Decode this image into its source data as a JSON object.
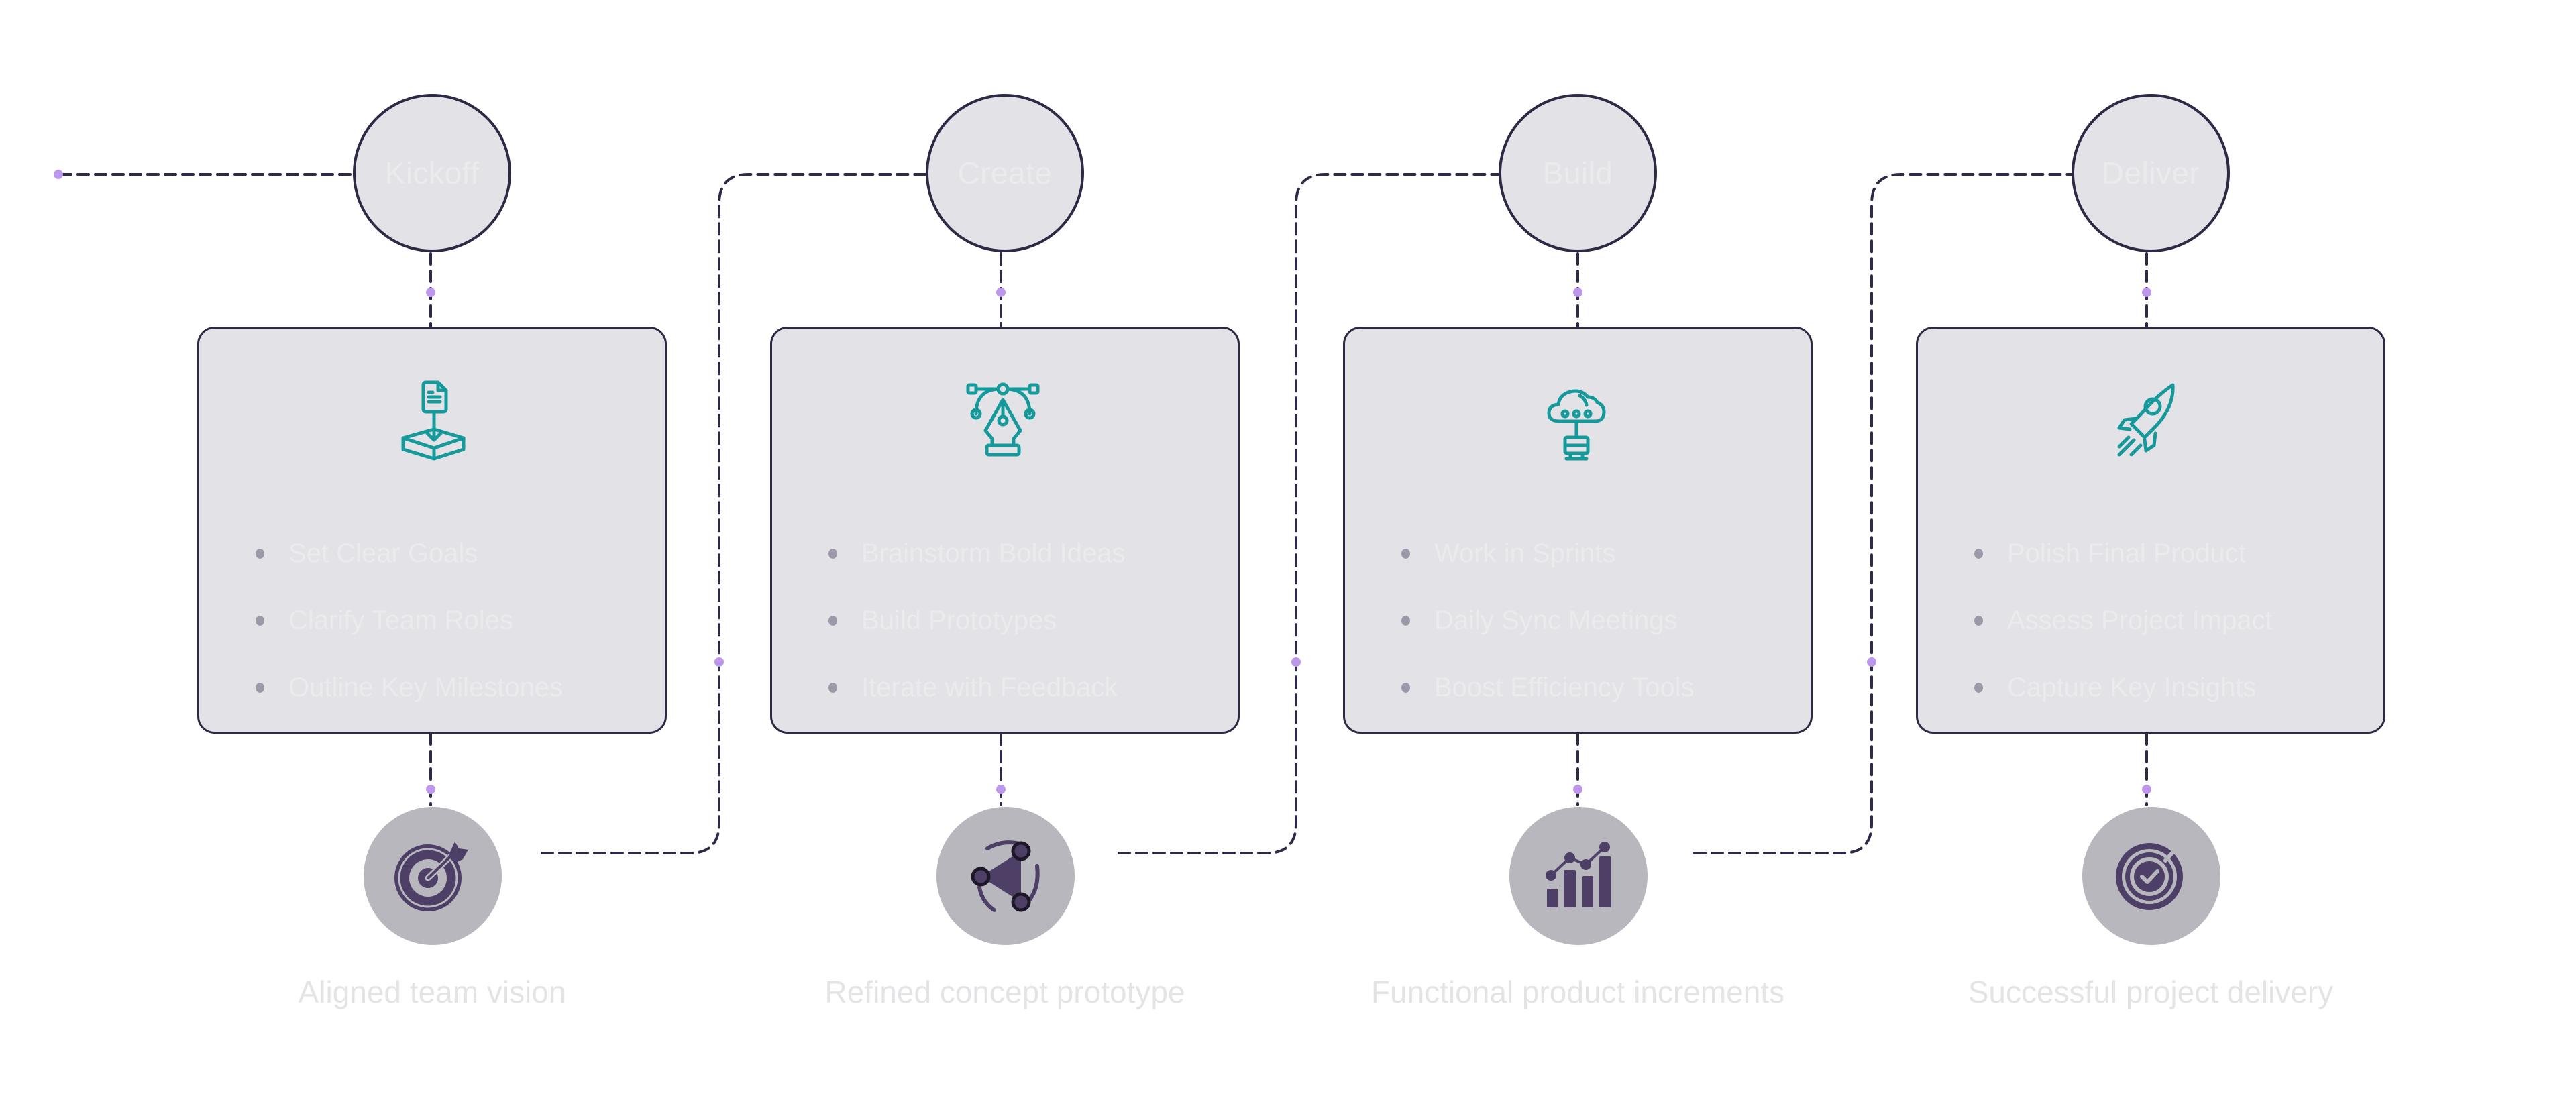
{
  "colors": {
    "connector": "#2c2a45",
    "dot": "#bd97ec",
    "card_bg": "#e3e2e6",
    "icon_teal": "#16999a",
    "outcome_icon": "#4d3f66",
    "outcome_bg": "#b8b7be"
  },
  "stages": [
    {
      "phase": "Kickoff",
      "icon": "document-deploy-icon",
      "items": [
        "Set Clear Goals",
        "Clarify Team Roles",
        "Outline Key Milestones"
      ],
      "outcome_icon": "target-arrow-icon",
      "outcome": "Aligned team vision"
    },
    {
      "phase": "Create",
      "icon": "pen-tool-icon",
      "items": [
        "Brainstorm Bold Ideas",
        "Build Prototypes",
        "Iterate with Feedback"
      ],
      "outcome_icon": "network-triangle-icon",
      "outcome": "Refined concept prototype"
    },
    {
      "phase": "Build",
      "icon": "cloud-computing-icon",
      "items": [
        "Work in Sprints",
        "Daily Sync Meetings",
        "Boost Efficiency Tools"
      ],
      "outcome_icon": "growth-chart-icon",
      "outcome": "Functional product increments"
    },
    {
      "phase": "Deliver",
      "icon": "rocket-icon",
      "items": [
        "Polish Final Product",
        "Assess Project Impact",
        "Capture Key Insights"
      ],
      "outcome_icon": "target-check-icon",
      "outcome": "Successful project delivery"
    }
  ]
}
